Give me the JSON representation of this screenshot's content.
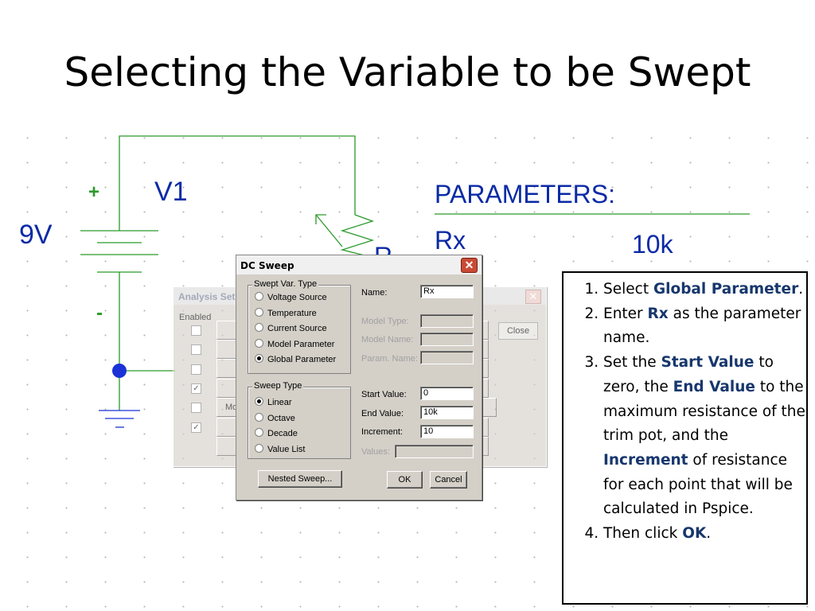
{
  "title": "Selecting the Variable to be Swept",
  "schematic": {
    "plus": "+",
    "minus": "-",
    "source_name": "V1",
    "source_value": "9V",
    "pot_label": "R",
    "params_header": "PARAMETERS:",
    "param_name": "Rx",
    "param_value": "10k",
    "colors": {
      "wire": "#2a9a2a",
      "label": "#0a2aa6",
      "node": "#1a32d6"
    }
  },
  "analysis_window": {
    "title": "Analysis Setup",
    "enabled_label": "Enabled",
    "checkboxes": [
      false,
      false,
      false,
      true,
      false,
      true
    ],
    "partial_button": "Mo",
    "close_button": "Close"
  },
  "dialog": {
    "title": "DC Sweep",
    "swept_var_group": "Swept Var. Type",
    "swept_options": [
      "Voltage Source",
      "Temperature",
      "Current Source",
      "Model Parameter",
      "Global Parameter"
    ],
    "swept_selected": "Global Parameter",
    "name_label": "Name:",
    "name_value": "Rx",
    "model_type_label": "Model Type:",
    "model_name_label": "Model Name:",
    "param_name_label": "Param. Name:",
    "sweep_type_group": "Sweep Type",
    "sweep_options": [
      "Linear",
      "Octave",
      "Decade",
      "Value List"
    ],
    "sweep_selected": "Linear",
    "start_label": "Start Value:",
    "start_value": "0",
    "end_label": "End Value:",
    "end_value": "10k",
    "increment_label": "Increment:",
    "increment_value": "10",
    "values_label": "Values:",
    "nested_button": "Nested Sweep...",
    "ok_button": "OK",
    "cancel_button": "Cancel"
  },
  "instructions": [
    {
      "num": "1.",
      "parts": [
        "Select ",
        "Global Parameter",
        "."
      ]
    },
    {
      "num": "2.",
      "parts": [
        "Enter ",
        "Rx",
        " as the parameter name."
      ]
    },
    {
      "num": "3.",
      "parts": [
        "Set the ",
        "Start Value",
        " to zero, the ",
        "End Value",
        " to the maximum resistance of the trim pot, and the ",
        "Increment",
        " of resistance for each point that will be calculated in Pspice."
      ]
    },
    {
      "num": "4.",
      "parts": [
        "Then click ",
        "OK",
        "."
      ]
    }
  ]
}
